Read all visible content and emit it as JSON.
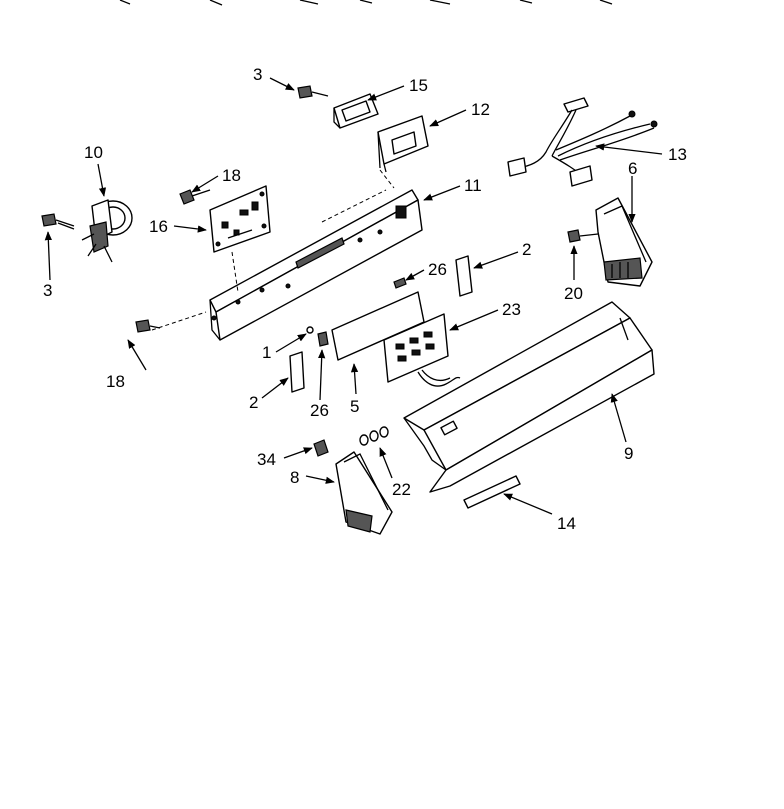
{
  "callouts": {
    "p1": "1",
    "p2_right": "2",
    "p2_left": "2",
    "p3_top": "3",
    "p3_left": "3",
    "p5": "5",
    "p6": "6",
    "p8": "8",
    "p9": "9",
    "p10": "10",
    "p11": "11",
    "p12": "12",
    "p13": "13",
    "p14": "14",
    "p15": "15",
    "p16": "16",
    "p18_top": "18",
    "p18_left": "18",
    "p20": "20",
    "p22": "22",
    "p23": "23",
    "p26_right": "26",
    "p26_left": "26",
    "p34": "34"
  }
}
